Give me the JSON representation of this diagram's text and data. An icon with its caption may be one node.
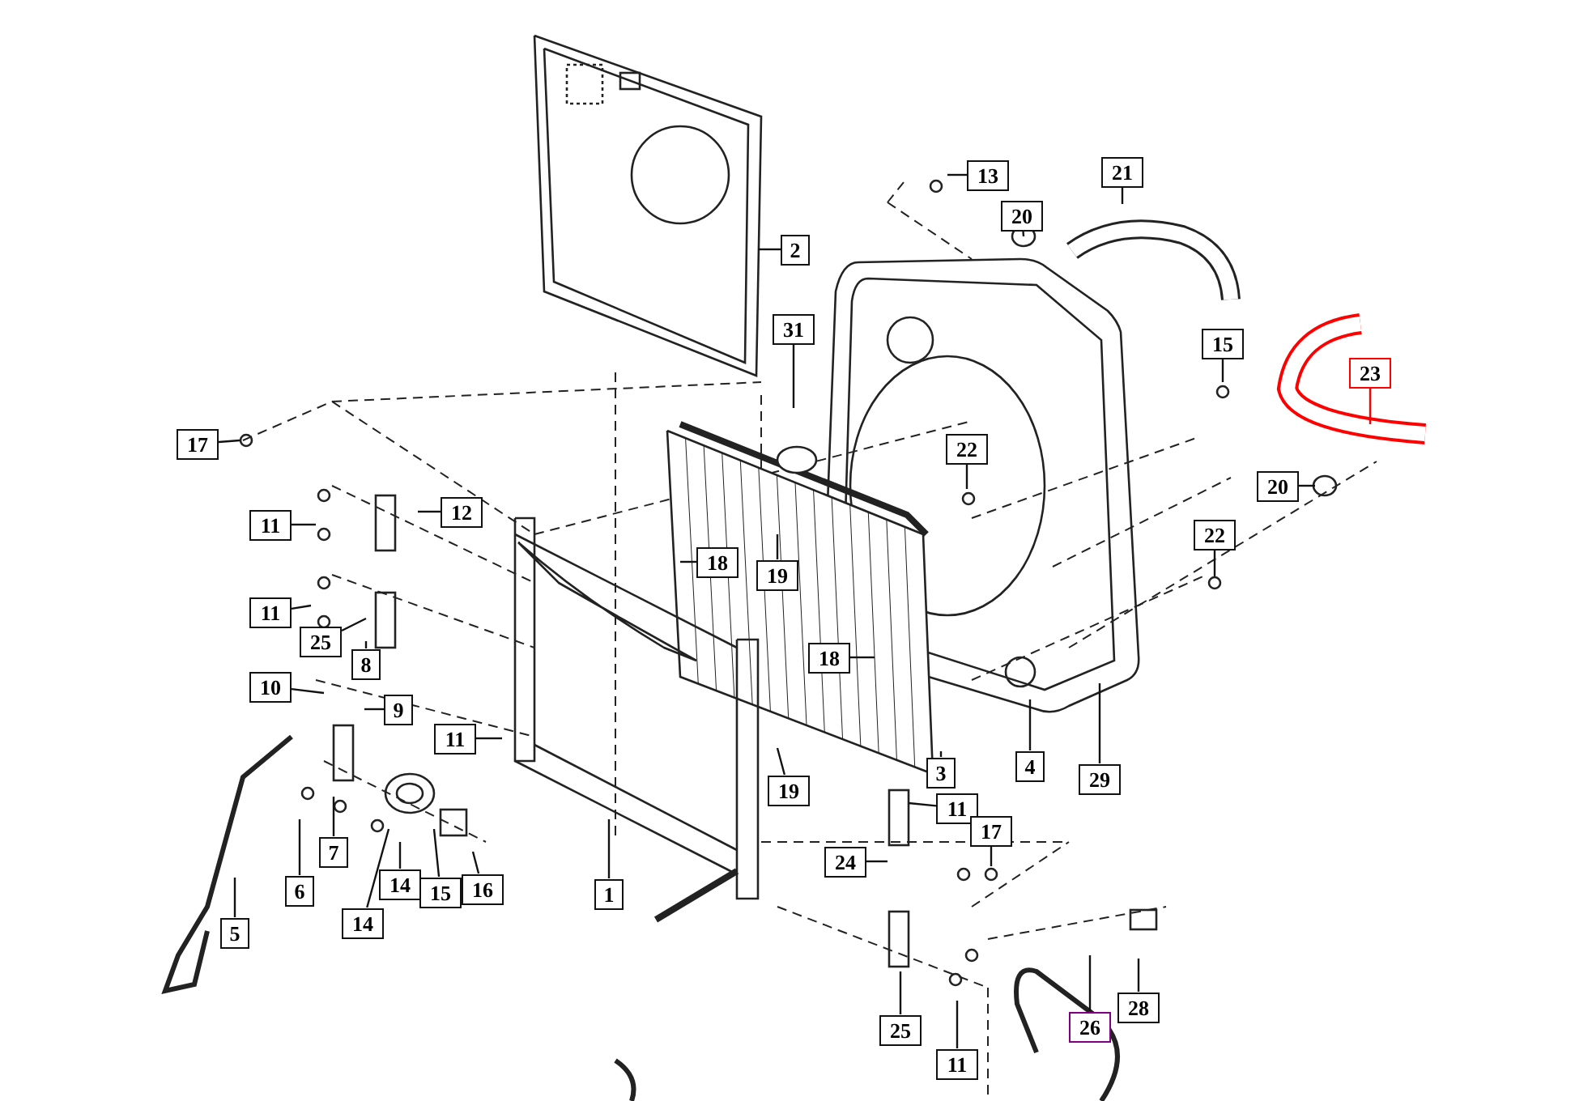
{
  "diagram": {
    "nodes": [
      {
        "text": [
          "2"
        ]
      },
      {
        "text": [
          "13"
        ]
      },
      {
        "text": [
          "21"
        ]
      },
      {
        "text": [
          "20"
        ]
      },
      {
        "text": [
          "31"
        ]
      },
      {
        "text": [
          "15"
        ]
      },
      {
        "text": [
          "23"
        ]
      },
      {
        "text": [
          "17"
        ]
      },
      {
        "text": [
          "22"
        ]
      },
      {
        "text": [
          "20"
        ]
      },
      {
        "text": [
          "12"
        ]
      },
      {
        "text": [
          "11"
        ]
      },
      {
        "text": [
          "18"
        ]
      },
      {
        "text": [
          "19"
        ]
      },
      {
        "text": [
          "22"
        ]
      },
      {
        "text": [
          "11"
        ]
      },
      {
        "text": [
          "25"
        ]
      },
      {
        "text": [
          "8"
        ]
      },
      {
        "text": [
          "10"
        ]
      },
      {
        "text": [
          "9"
        ]
      },
      {
        "text": [
          "18"
        ]
      },
      {
        "text": [
          "11"
        ]
      },
      {
        "text": [
          "19"
        ]
      },
      {
        "text": [
          "3"
        ]
      },
      {
        "text": [
          "4"
        ]
      },
      {
        "text": [
          "29"
        ]
      },
      {
        "text": [
          "11"
        ]
      },
      {
        "text": [
          "17"
        ]
      },
      {
        "text": [
          "24"
        ]
      },
      {
        "text": [
          "7"
        ]
      },
      {
        "text": [
          "6"
        ]
      },
      {
        "text": [
          "14"
        ]
      },
      {
        "text": [
          "15"
        ]
      },
      {
        "text": [
          "16"
        ]
      },
      {
        "text": [
          "14"
        ]
      },
      {
        "text": [
          "1"
        ]
      },
      {
        "text": [
          "5"
        ]
      },
      {
        "text": [
          "26"
        ]
      },
      {
        "text": [
          "28"
        ]
      },
      {
        "text": [
          "25"
        ]
      },
      {
        "text": [
          "11"
        ]
      }
    ],
    "edges": [
      {
        "from": 0,
        "to": null,
        "arrow": "none"
      },
      {
        "from": 1,
        "to": null,
        "arrow": "none"
      },
      {
        "from": 2,
        "to": null,
        "arrow": "none"
      },
      {
        "from": 3,
        "to": null,
        "arrow": "none"
      },
      {
        "from": 4,
        "to": null,
        "arrow": "none"
      },
      {
        "from": 5,
        "to": null,
        "arrow": "none"
      },
      {
        "from": 6,
        "to": null,
        "arrow": "none",
        "color": "#ff0000"
      },
      {
        "from": 7,
        "to": null,
        "arrow": "none"
      },
      {
        "from": 8,
        "to": null,
        "arrow": "none"
      },
      {
        "from": 9,
        "to": null,
        "arrow": "none"
      },
      {
        "from": 10,
        "to": null,
        "arrow": "none"
      },
      {
        "from": 11,
        "to": null,
        "arrow": "none"
      },
      {
        "from": 12,
        "to": null,
        "arrow": "none"
      },
      {
        "from": 13,
        "to": null,
        "arrow": "none"
      },
      {
        "from": 14,
        "to": null,
        "arrow": "none"
      },
      {
        "from": 15,
        "to": null,
        "arrow": "none"
      },
      {
        "from": 16,
        "to": null,
        "arrow": "none"
      },
      {
        "from": 17,
        "to": null,
        "arrow": "none"
      },
      {
        "from": 18,
        "to": null,
        "arrow": "none"
      },
      {
        "from": 19,
        "to": null,
        "arrow": "none"
      },
      {
        "from": 20,
        "to": null,
        "arrow": "none"
      },
      {
        "from": 21,
        "to": null,
        "arrow": "none"
      },
      {
        "from": 22,
        "to": null,
        "arrow": "none"
      },
      {
        "from": 23,
        "to": null,
        "arrow": "none"
      },
      {
        "from": 24,
        "to": null,
        "arrow": "none"
      },
      {
        "from": 25,
        "to": null,
        "arrow": "none"
      },
      {
        "from": 26,
        "to": null,
        "arrow": "none"
      },
      {
        "from": 27,
        "to": null,
        "arrow": "none"
      },
      {
        "from": 28,
        "to": null,
        "arrow": "none"
      },
      {
        "from": 29,
        "to": null,
        "arrow": "none"
      },
      {
        "from": 30,
        "to": null,
        "arrow": "none"
      },
      {
        "from": 31,
        "to": null,
        "arrow": "none"
      },
      {
        "from": 32,
        "to": null,
        "arrow": "none"
      },
      {
        "from": 33,
        "to": null,
        "arrow": "none"
      },
      {
        "from": 34,
        "to": null,
        "arrow": "none"
      },
      {
        "from": 35,
        "to": null,
        "arrow": "none"
      },
      {
        "from": 36,
        "to": null,
        "arrow": "none"
      },
      {
        "from": 37,
        "to": null,
        "arrow": "none"
      },
      {
        "from": 38,
        "to": null,
        "arrow": "none"
      },
      {
        "from": 39,
        "to": null,
        "arrow": "none"
      },
      {
        "from": 40,
        "to": null,
        "arrow": "none"
      }
    ]
  }
}
